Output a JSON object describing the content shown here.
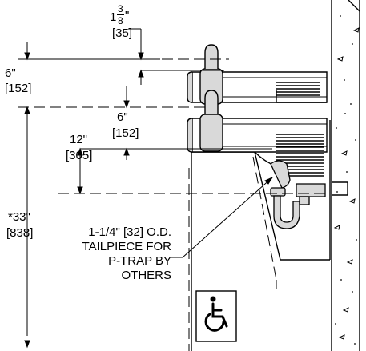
{
  "dimensions": {
    "top_inches_whole": "1",
    "top_inches_num": "3",
    "top_inches_den": "8",
    "top_inches_mark": "\"",
    "top_mm": "[35]",
    "left_upper_in": "6\"",
    "left_upper_mm": "[152]",
    "mid_in": "6\"",
    "mid_mm": "[152]",
    "twelve_in": "12\"",
    "twelve_mm": "[305]",
    "height_in": "*33\"",
    "height_mm": "[838]"
  },
  "callout": {
    "line1": "1-1/4\" [32] O.D.",
    "line2": "TAILPIECE FOR",
    "line3": "P-TRAP BY",
    "line4": "OTHERS"
  },
  "accessibility_symbol": "wheelchair-icon",
  "colors": {
    "line": "#000000",
    "fill_gray": "#d9d9d9",
    "background": "#ffffff"
  }
}
